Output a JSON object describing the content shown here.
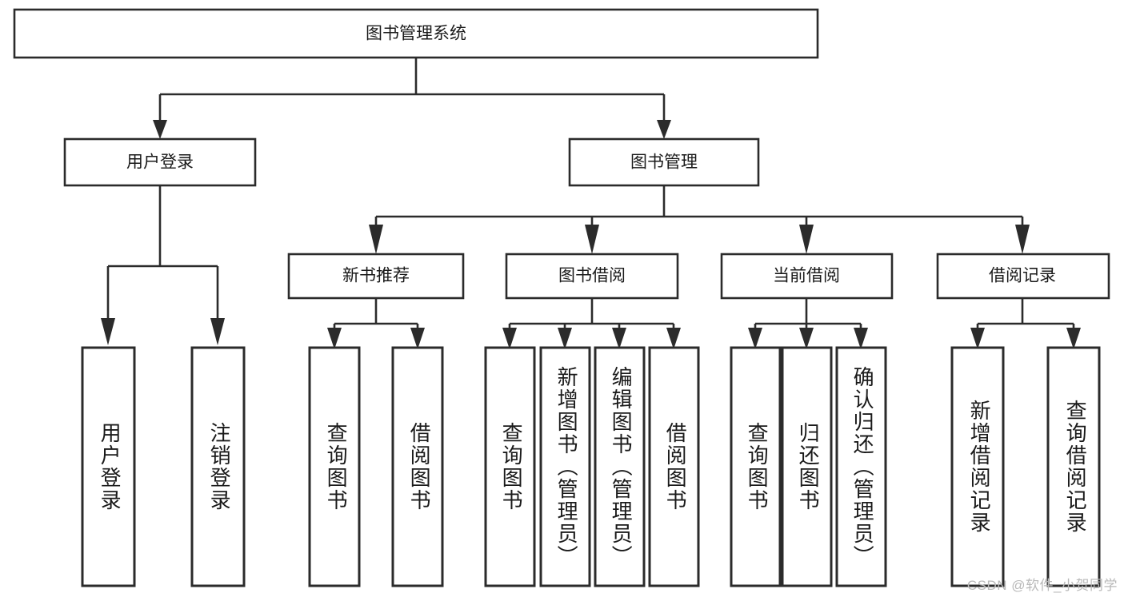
{
  "diagram": {
    "type": "tree-hierarchy",
    "root": {
      "id": "root",
      "label": "图书管理系统"
    },
    "level2": [
      {
        "id": "user-login",
        "label": "用户登录"
      },
      {
        "id": "book-manage",
        "label": "图书管理"
      }
    ],
    "level3": [
      {
        "id": "new-book-rec",
        "label": "新书推荐",
        "parent": "book-manage"
      },
      {
        "id": "book-borrow",
        "label": "图书借阅",
        "parent": "book-manage"
      },
      {
        "id": "current-borrow",
        "label": "当前借阅",
        "parent": "book-manage"
      },
      {
        "id": "borrow-record",
        "label": "借阅记录",
        "parent": "book-manage"
      }
    ],
    "leaves": {
      "user-login": [
        {
          "id": "leaf-user-login",
          "label": "用户登录"
        },
        {
          "id": "leaf-logout",
          "label": "注销登录"
        }
      ],
      "new-book-rec": [
        {
          "id": "leaf-query-book-1",
          "label": "查询图书"
        },
        {
          "id": "leaf-borrow-book-1",
          "label": "借阅图书"
        }
      ],
      "book-borrow": [
        {
          "id": "leaf-query-book-2",
          "label": "查询图书"
        },
        {
          "id": "leaf-add-book",
          "label": "新增图书（管理员）"
        },
        {
          "id": "leaf-edit-book",
          "label": "编辑图书（管理员）"
        },
        {
          "id": "leaf-borrow-book-2",
          "label": "借阅图书"
        }
      ],
      "current-borrow": [
        {
          "id": "leaf-query-book-3",
          "label": "查询图书"
        },
        {
          "id": "leaf-return-book",
          "label": "归还图书"
        },
        {
          "id": "leaf-confirm-return",
          "label": "确认归还（管理员）"
        }
      ],
      "borrow-record": [
        {
          "id": "leaf-add-record",
          "label": "新增借阅记录"
        },
        {
          "id": "leaf-query-record",
          "label": "查询借阅记录"
        }
      ]
    },
    "colors": {
      "stroke": "#2b2b2b",
      "fill": "#ffffff",
      "text": "#1a1a1a",
      "watermark": "#b9b9b9"
    }
  },
  "watermark": {
    "text": "CSDN @软件_小贺同学"
  }
}
